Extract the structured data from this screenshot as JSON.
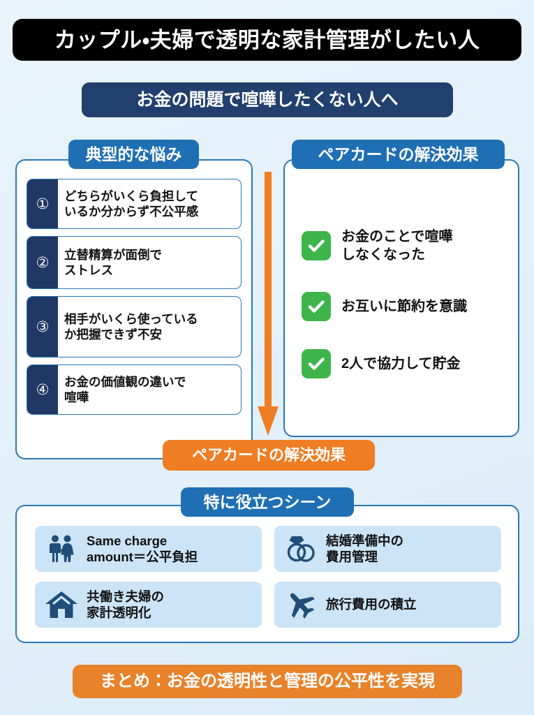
{
  "colors": {
    "background": "#e9f4fb",
    "title_bg": "#000000",
    "subtitle_bg": "#21406e",
    "badge_blue": "#1f6fb4",
    "panel_border": "#2a77b5",
    "number_tab_navy": "#1f3864",
    "check_green": "#3db54a",
    "accent_orange": "#ef7d23",
    "summary_orange": "#e8822b",
    "scene_tile_bg": "#cbe4f7",
    "icon_navy": "#1f4e79"
  },
  "title": "カップル・夫婦で透明な家計管理がしたい人",
  "subtitle": "お金の問題で喧嘩したくない人へ",
  "problems": {
    "badge": "典型的な悩み",
    "items": [
      {
        "number": "①",
        "text": "どちらがいくら負担して\nいるか分からず不公平感"
      },
      {
        "number": "②",
        "text": "立替精算が面倒で\nストレス"
      },
      {
        "number": "③",
        "text": "相手がいくら使っている\nか把握できず不安"
      },
      {
        "number": "④",
        "text": "お金の価値観の違いで\n喧嘩"
      }
    ]
  },
  "benefits": {
    "badge": "ペアカードの解決効果",
    "items": [
      {
        "icon": "check-icon",
        "text": "お金のことで喧嘩\nしなくなった"
      },
      {
        "icon": "check-icon",
        "text": "お互いに節約を意識"
      },
      {
        "icon": "check-icon",
        "text": "2人で協力して貯金"
      }
    ]
  },
  "flow": {
    "arrow_icon": "down-arrow-icon",
    "mid_banner": "ペアカードの解決効果"
  },
  "scenes": {
    "badge": "特に役立つシーン",
    "items": [
      {
        "icon": "couple-icon",
        "text": "Same charge\namount＝公平負担"
      },
      {
        "icon": "wedding-rings-icon",
        "text": "結婚準備中の\n費用管理"
      },
      {
        "icon": "house-icon",
        "text": "共働き夫婦の\n家計透明化"
      },
      {
        "icon": "airplane-icon",
        "text": "旅行費用の積立"
      }
    ]
  },
  "summary": "まとめ：お金の透明性と管理の公平性を実現"
}
